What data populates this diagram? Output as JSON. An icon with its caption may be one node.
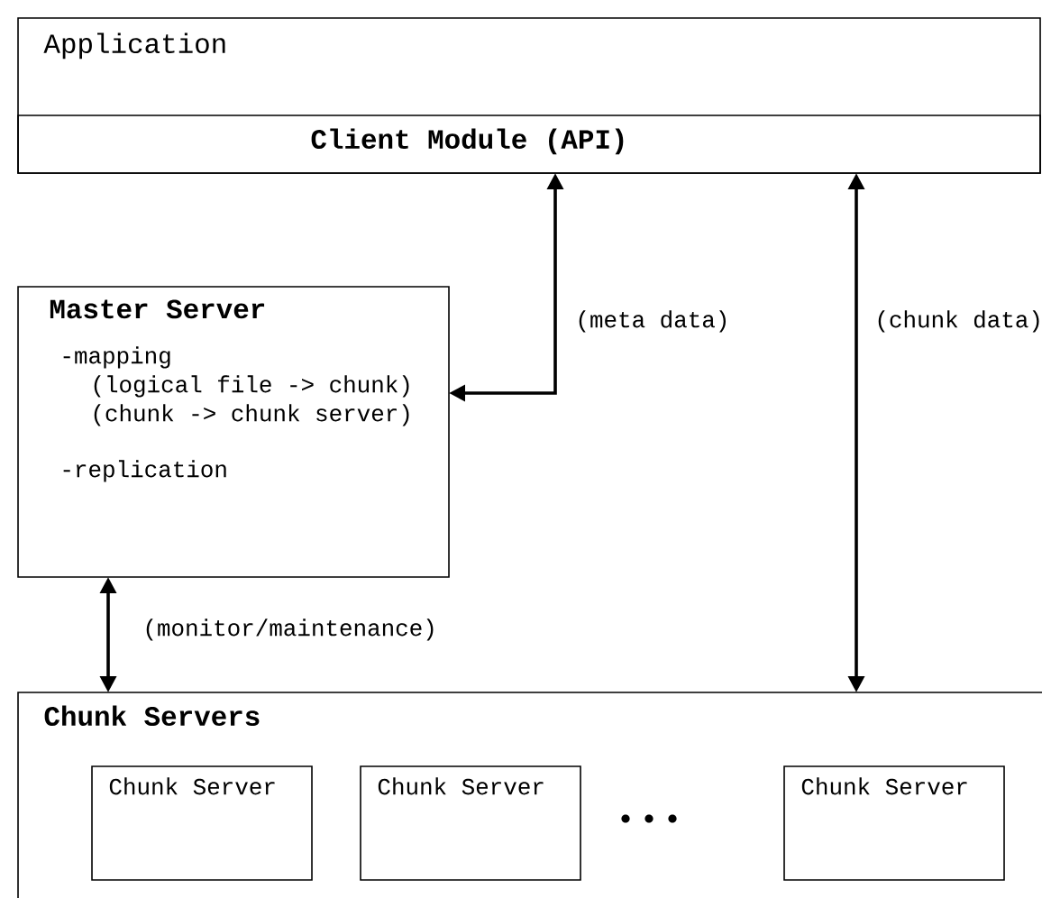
{
  "diagram": {
    "nodes": [
      {
        "text": [
          "Application"
        ]
      },
      {
        "text": [
          "Client Module (API)"
        ],
        "in": 0
      },
      {
        "text": [
          "Master Server",
          "-mapping",
          "(logical file -> chunk)",
          "(chunk -> chunk server)",
          "-replication"
        ]
      },
      {
        "text": [
          "Chunk Servers"
        ]
      },
      {
        "text": [
          "Chunk Server"
        ],
        "in": 3
      },
      {
        "text": [
          "Chunk Server"
        ],
        "in": 3
      },
      {
        "text": [
          "Chunk Server"
        ],
        "in": 3
      }
    ],
    "edges": [
      {
        "from": 2,
        "to": 1,
        "arrow": "both",
        "label": "(meta data)"
      },
      {
        "from": 1,
        "to": 3,
        "arrow": "both",
        "label": "(chunk data)"
      },
      {
        "from": 2,
        "to": 3,
        "arrow": "both",
        "label": "(monitor/maintenance)"
      }
    ]
  }
}
